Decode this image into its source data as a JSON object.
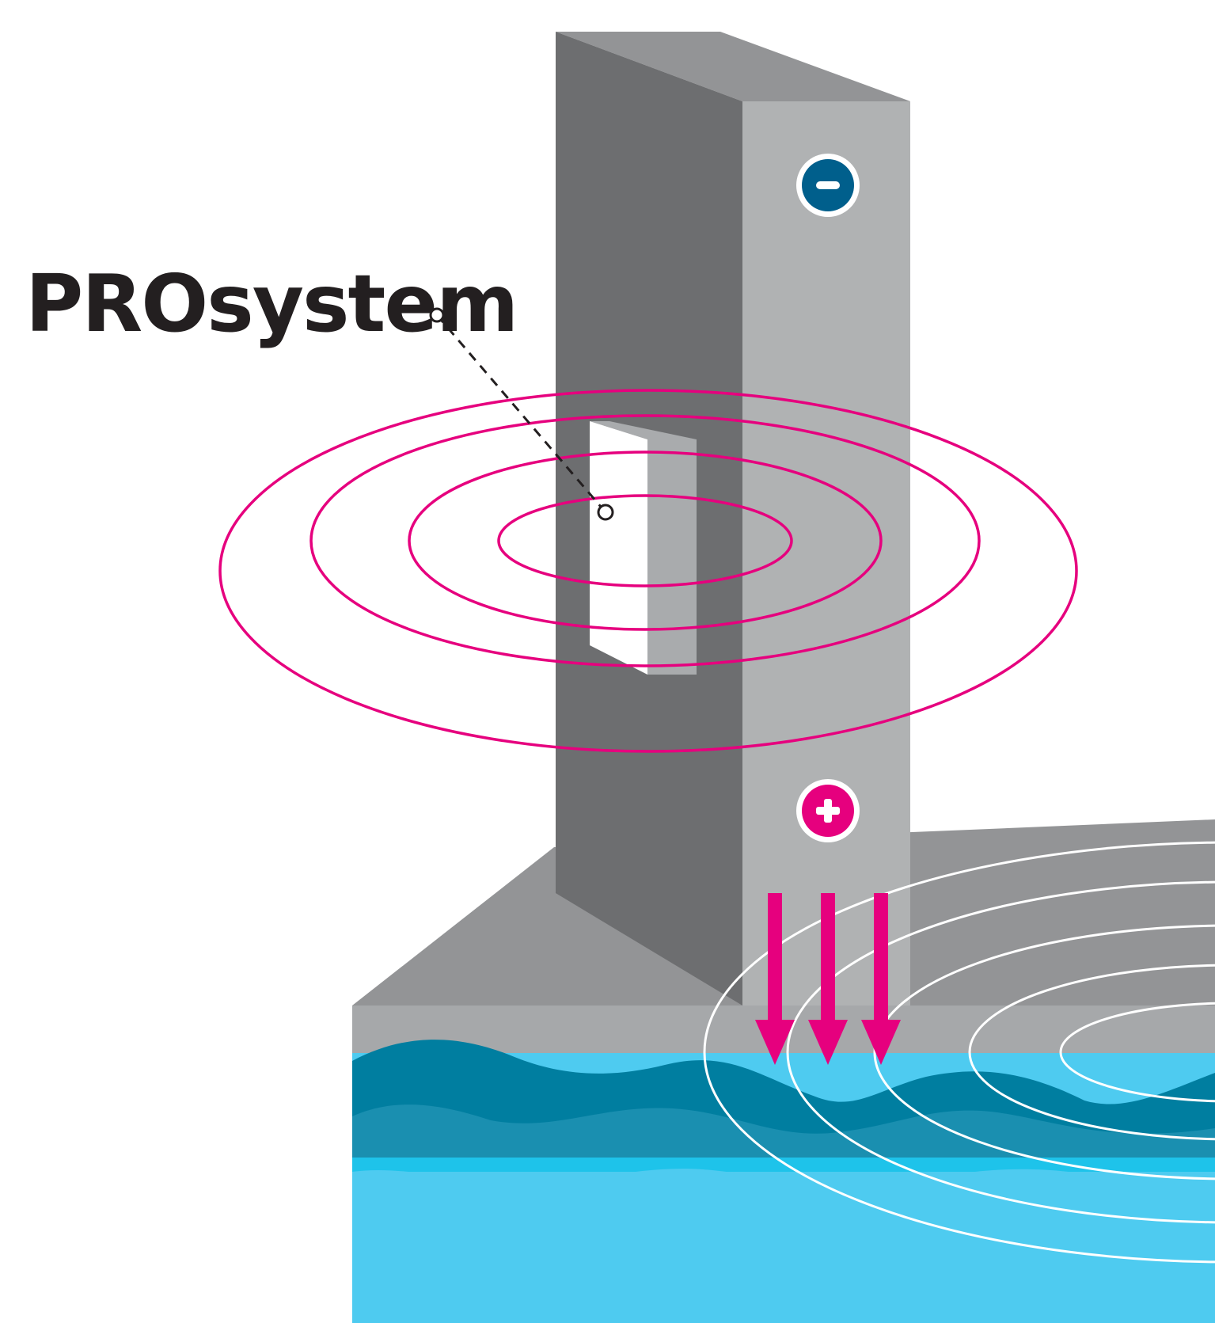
{
  "diagram": {
    "device_label": "PROsystem",
    "nodes": [
      {
        "id": "wall",
        "kind": "wall"
      },
      {
        "id": "device",
        "kind": "device"
      },
      {
        "id": "negative",
        "kind": "charge",
        "glyph": "−"
      },
      {
        "id": "positive",
        "kind": "charge",
        "glyph": "+"
      },
      {
        "id": "groundwater",
        "kind": "water"
      }
    ],
    "edges": [
      {
        "from": "device",
        "to": "wall",
        "kind": "field-rings",
        "rings": 4
      },
      {
        "from": "wall",
        "to": "groundwater",
        "kind": "down-arrows",
        "count": 3
      },
      {
        "from": "groundwater",
        "to": "groundwater",
        "kind": "ripple-rings",
        "rings": 5
      }
    ]
  },
  "colors": {
    "wall_front": "#b0b2b3",
    "wall_side": "#6d6e70",
    "wall_top": "#939496",
    "slab_top": "#939496",
    "slab_front": "#a6a8aa",
    "device_front": "#ffffff",
    "device_side": "#a9abad",
    "field": "#e6007e",
    "negative_fill": "#005f8c",
    "positive_fill": "#e6007e",
    "water_dark": "#007ea0",
    "water_mid": "#1a8fb0",
    "water_light": "#4ecbf0",
    "water_band": "#1ec3ea",
    "ripple": "#ffffff",
    "label": "#231f20"
  },
  "icons": {
    "negative": "minus-icon",
    "positive": "plus-icon",
    "arrow": "arrow-down-icon"
  }
}
